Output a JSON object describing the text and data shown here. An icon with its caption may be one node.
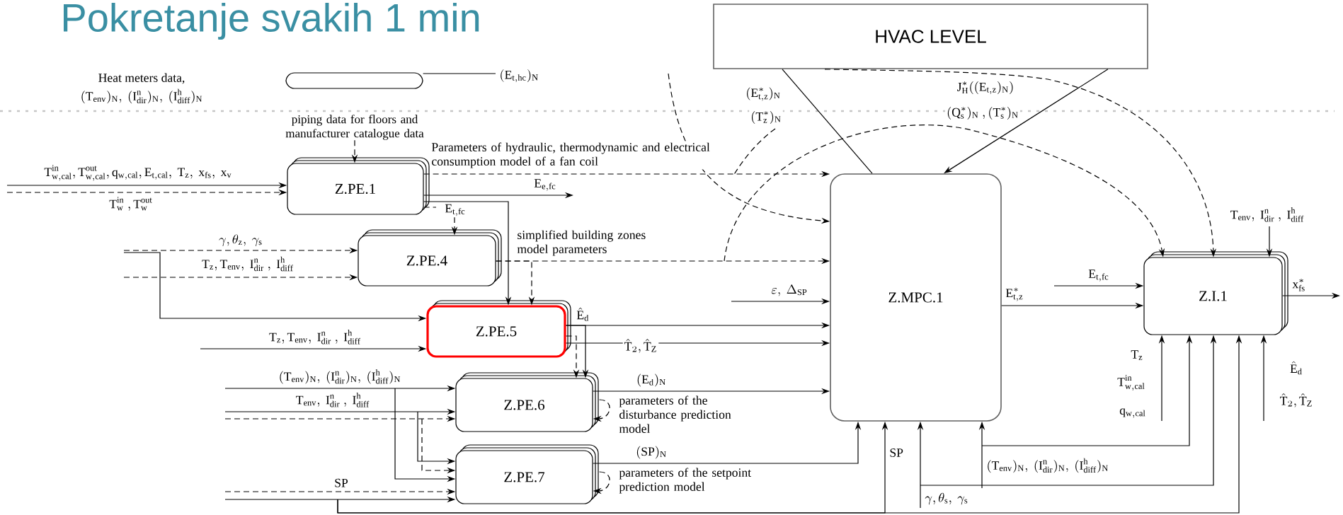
{
  "diagram": {
    "title": "Pokretanje svakih 1 min",
    "nodes": [
      {
        "text": [
          "HVAC LEVEL"
        ]
      },
      {
        "text": [],
        "shape": "box"
      },
      {
        "text": [
          "Z.PE.1"
        ]
      },
      {
        "text": [
          "Z.PE.4"
        ]
      },
      {
        "text": [
          "Z.PE.5"
        ]
      },
      {
        "text": [
          "Z.PE.6"
        ]
      },
      {
        "text": [
          "Z.PE.7"
        ]
      },
      {
        "text": [
          "Z.MPC.1"
        ]
      },
      {
        "text": [
          "Z.I.1"
        ]
      },
      {
        "text": [
          "piping data for floors and manufacturer catalogue data"
        ]
      }
    ],
    "edges": [
      {
        "from": null,
        "to": 2,
        "arrow": "to",
        "label": "\\mathrm{T^{in}_{w,cal},T^{out}_{w,cal},q_{w,cal},E_{t,cal},\\ T_z,\\ x_{fs},\\ x_v}"
      },
      {
        "from": null,
        "to": 2,
        "arrow": "to",
        "style": "dashed",
        "label": "\\mathrm{T^{in}_{w}\\ ,T^{out}_{w}}"
      },
      {
        "from": 9,
        "to": 2,
        "arrow": "to",
        "style": "dashed"
      },
      {
        "from": 2,
        "to": 7,
        "arrow": "to",
        "style": "dashed",
        "label": "Parameters of hydraulic, thermodynamic and electrical consumption model of a fan coil"
      },
      {
        "from": 2,
        "to": null,
        "arrow": "to",
        "label": "\\mathrm{E_{e,fc}}"
      },
      {
        "from": 2,
        "to": 3,
        "arrow": "to",
        "style": "dashed",
        "label": "\\mathrm{E_{t,fc}}"
      },
      {
        "from": 2,
        "to": 4,
        "arrow": "to"
      },
      {
        "from": null,
        "to": 3,
        "arrow": "to",
        "style": "dashed",
        "label": "\\gamma,\\theta_{\\mathrm{z}},\\ \\gamma_{\\mathrm{s}}"
      },
      {
        "from": null,
        "to": 3,
        "arrow": "to",
        "style": "dashed",
        "label": "\\mathrm{T_z,T_{env},\\ I^n_{dir}\\ ,\\ I^h_{diff}}"
      },
      {
        "from": null,
        "to": 4,
        "arrow": "to"
      },
      {
        "from": null,
        "to": 4,
        "arrow": "to",
        "label": "\\mathrm{T_z,T_{env},\\ I^n_{dir}\\ ,\\ I^h_{diff}}"
      },
      {
        "from": 3,
        "to": 7,
        "arrow": "to",
        "style": "dashed",
        "label": "simplified building zones model parameters"
      },
      {
        "from": 3,
        "to": 4,
        "arrow": "to",
        "style": "dashed"
      },
      {
        "from": 4,
        "to": 7,
        "arrow": "to",
        "label": "\\hat{\\mathrm{E}}_{\\mathrm{d}}"
      },
      {
        "from": 4,
        "to": 7,
        "arrow": "to",
        "label": "\\hat{\\mathrm{T}}_2,\\hat{\\mathrm{T}}_{\\mathrm{Z}}"
      },
      {
        "from": 4,
        "to": 5,
        "arrow": "to"
      },
      {
        "from": 4,
        "to": 5,
        "arrow": "to",
        "style": "dashed"
      },
      {
        "from": null,
        "to": 5,
        "arrow": "to",
        "label": "\\mathrm{(T_{env})_N,\\ (I^n_{dir})_N,\\ (I^h_{diff})_N}"
      },
      {
        "from": null,
        "to": 5,
        "arrow": "to",
        "label": "\\mathrm{T_{env},\\ I^n_{dir}\\ ,\\ I^h_{diff}}"
      },
      {
        "from": null,
        "to": 5,
        "arrow": "to",
        "style": "dashed"
      },
      {
        "from": null,
        "to": 6,
        "arrow": "to"
      },
      {
        "from": null,
        "to": 6,
        "arrow": "to",
        "style": "dashed"
      },
      {
        "from": null,
        "to": 6,
        "arrow": "to"
      },
      {
        "from": null,
        "to": 6,
        "arrow": "to",
        "style": "dashed",
        "label": "\\mathrm{SP}"
      },
      {
        "from": null,
        "to": 6,
        "arrow": "to"
      },
      {
        "from": null,
        "to": 7,
        "arrow": "to",
        "label": "\\mathrm{SP}"
      },
      {
        "from": 5,
        "to": 7,
        "arrow": "to",
        "label": "\\mathrm{(E_d)_N}"
      },
      {
        "from": 5,
        "to": 5,
        "arrow": "to",
        "style": "dashed",
        "label": "parameters of the disturbance prediction model"
      },
      {
        "from": 6,
        "to": 7,
        "arrow": "to",
        "label": "\\mathrm{(SP)_N}"
      },
      {
        "from": 6,
        "to": 6,
        "arrow": "to",
        "style": "dashed",
        "label": "parameters of the setpoint prediction model"
      },
      {
        "from": null,
        "to": 7,
        "arrow": "to",
        "label": "\\varepsilon,\\ \\Delta_{\\mathrm{SP}}"
      },
      {
        "from": null,
        "to": 7,
        "arrow": "to",
        "label": "\\gamma,\\theta_{\\mathrm{s}},\\ \\gamma_{\\mathrm{s}}"
      },
      {
        "from": null,
        "to": 7,
        "arrow": "to",
        "label": "\\mathrm{(T_{env})_N,\\ (I^n_{dir})_N,\\ (I^h_{diff})_N}"
      },
      {
        "from": null,
        "to": 8,
        "arrow": "to"
      },
      {
        "from": null,
        "to": 8,
        "arrow": "to"
      },
      {
        "from": null,
        "to": 8,
        "arrow": "to"
      },
      {
        "from": null,
        "to": 8,
        "arrow": "to"
      },
      {
        "from": null,
        "to": 8,
        "arrow": "to"
      },
      {
        "from": 7,
        "to": 8,
        "arrow": "to",
        "label": "\\mathrm{E^*_{t,z}}"
      },
      {
        "from": null,
        "to": 8,
        "arrow": "to",
        "label": "\\mathrm{E_{t,fc}}"
      },
      {
        "from": 8,
        "to": null,
        "arrow": "to",
        "label": "\\mathrm{x^*_{fs}}"
      },
      {
        "from": null,
        "to": 8,
        "arrow": "to",
        "label": "\\mathrm{T_{env},\\ I^n_{dir}\\ ,\\ I^h_{diff}}"
      },
      {
        "from": 0,
        "to": 7,
        "arrow": "none"
      },
      {
        "from": 0,
        "to": 7,
        "arrow": "to"
      },
      {
        "from": null,
        "to": 7,
        "arrow": "to",
        "style": "dashed"
      },
      {
        "from": null,
        "to": 8,
        "arrow": "to",
        "style": "dashed"
      },
      {
        "from": 0,
        "to": 8,
        "arrow": "to",
        "style": "dashed"
      },
      {
        "from": 1,
        "to": null,
        "arrow": "none",
        "label": "\\mathrm{(E_{t,hc})_N}"
      }
    ],
    "labels": [
      "Heat meters data,",
      "\\mathrm{(T_{env})_N,\\ (I^n_{dir})_N,\\ (I^h_{diff})_N}",
      "\\mathrm{(E^*_{t,z})_N}",
      "\\mathrm{(T^*_z)_N}",
      "\\mathrm{J^*_H((E_{t,z})_N)}",
      "\\mathrm{(Q^*_s)_N\\ ,(T^*_s)_N}",
      "\\mathrm{T_z}",
      "\\mathrm{T^{in}_{w,cal}}",
      "\\mathrm{q_{w,cal}}",
      "\\hat{\\mathrm{E}}_{\\mathrm{d}}",
      "\\hat{\\mathrm{T}}_2,\\hat{\\mathrm{T}}_{\\mathrm{Z}}"
    ]
  }
}
